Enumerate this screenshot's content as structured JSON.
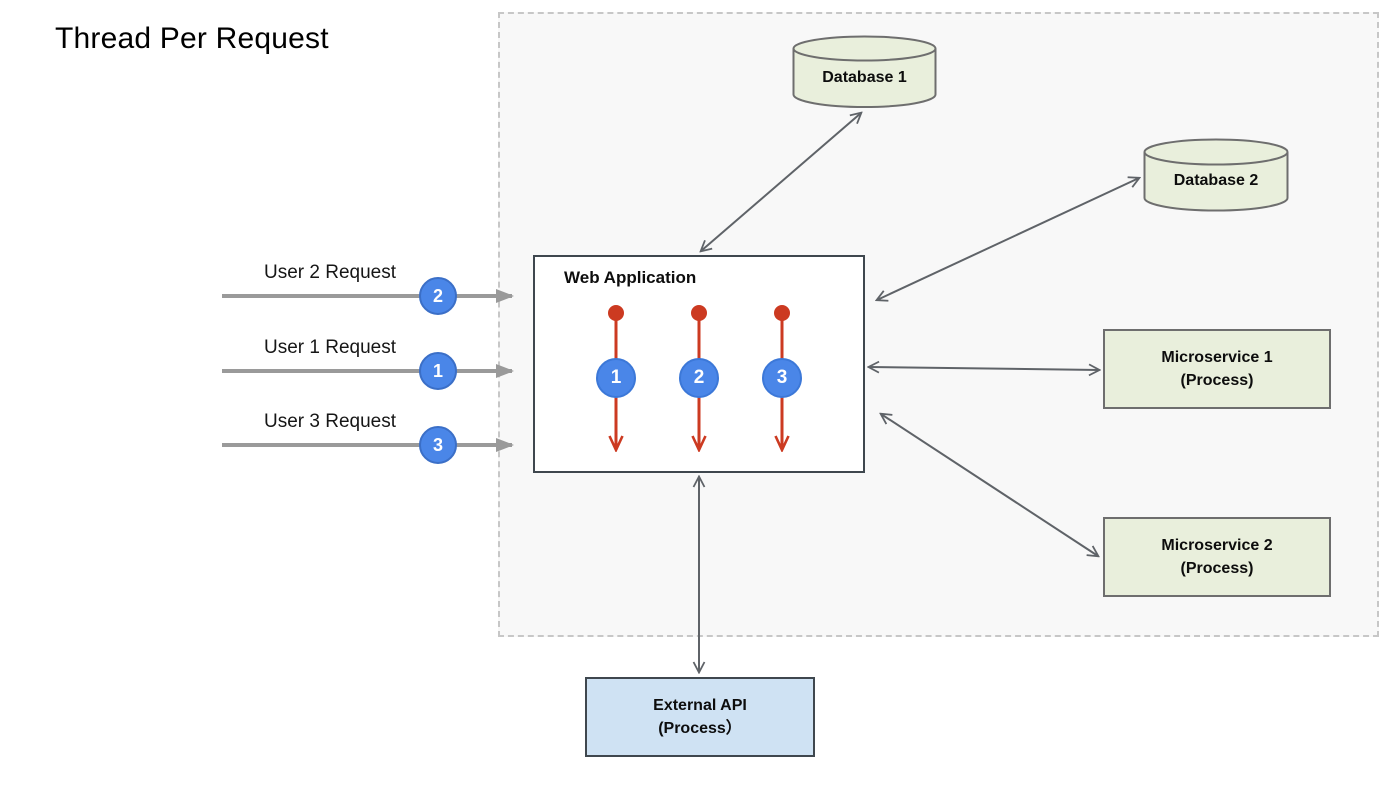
{
  "title": "Thread Per Request",
  "colors": {
    "thread_red": "#cc3a21",
    "badge_blue": "#4a86e8",
    "badge_border_blue": "#3c78d8",
    "node_green": "#e9efdc",
    "node_blue": "#cfe2f3",
    "connector_gray": "#5f6368",
    "request_arrow_gray": "#9a9a9a",
    "boundary_dash_gray": "#c7c7c7"
  },
  "requests": [
    {
      "label": "User 2 Request",
      "badge": "2"
    },
    {
      "label": "User 1 Request",
      "badge": "1"
    },
    {
      "label": "User 3 Request",
      "badge": "3"
    }
  ],
  "web_application": {
    "label": "Web Application",
    "threads": [
      {
        "id": "1"
      },
      {
        "id": "2"
      },
      {
        "id": "3"
      }
    ]
  },
  "nodes": {
    "database1": {
      "label": "Database 1"
    },
    "database2": {
      "label": "Database 2"
    },
    "microservice1": {
      "label": "Microservice 1",
      "sublabel": "(Process)"
    },
    "microservice2": {
      "label": "Microservice 2",
      "sublabel": "(Process)"
    },
    "external_api": {
      "label": "External API",
      "sublabel": "(Process）"
    }
  }
}
